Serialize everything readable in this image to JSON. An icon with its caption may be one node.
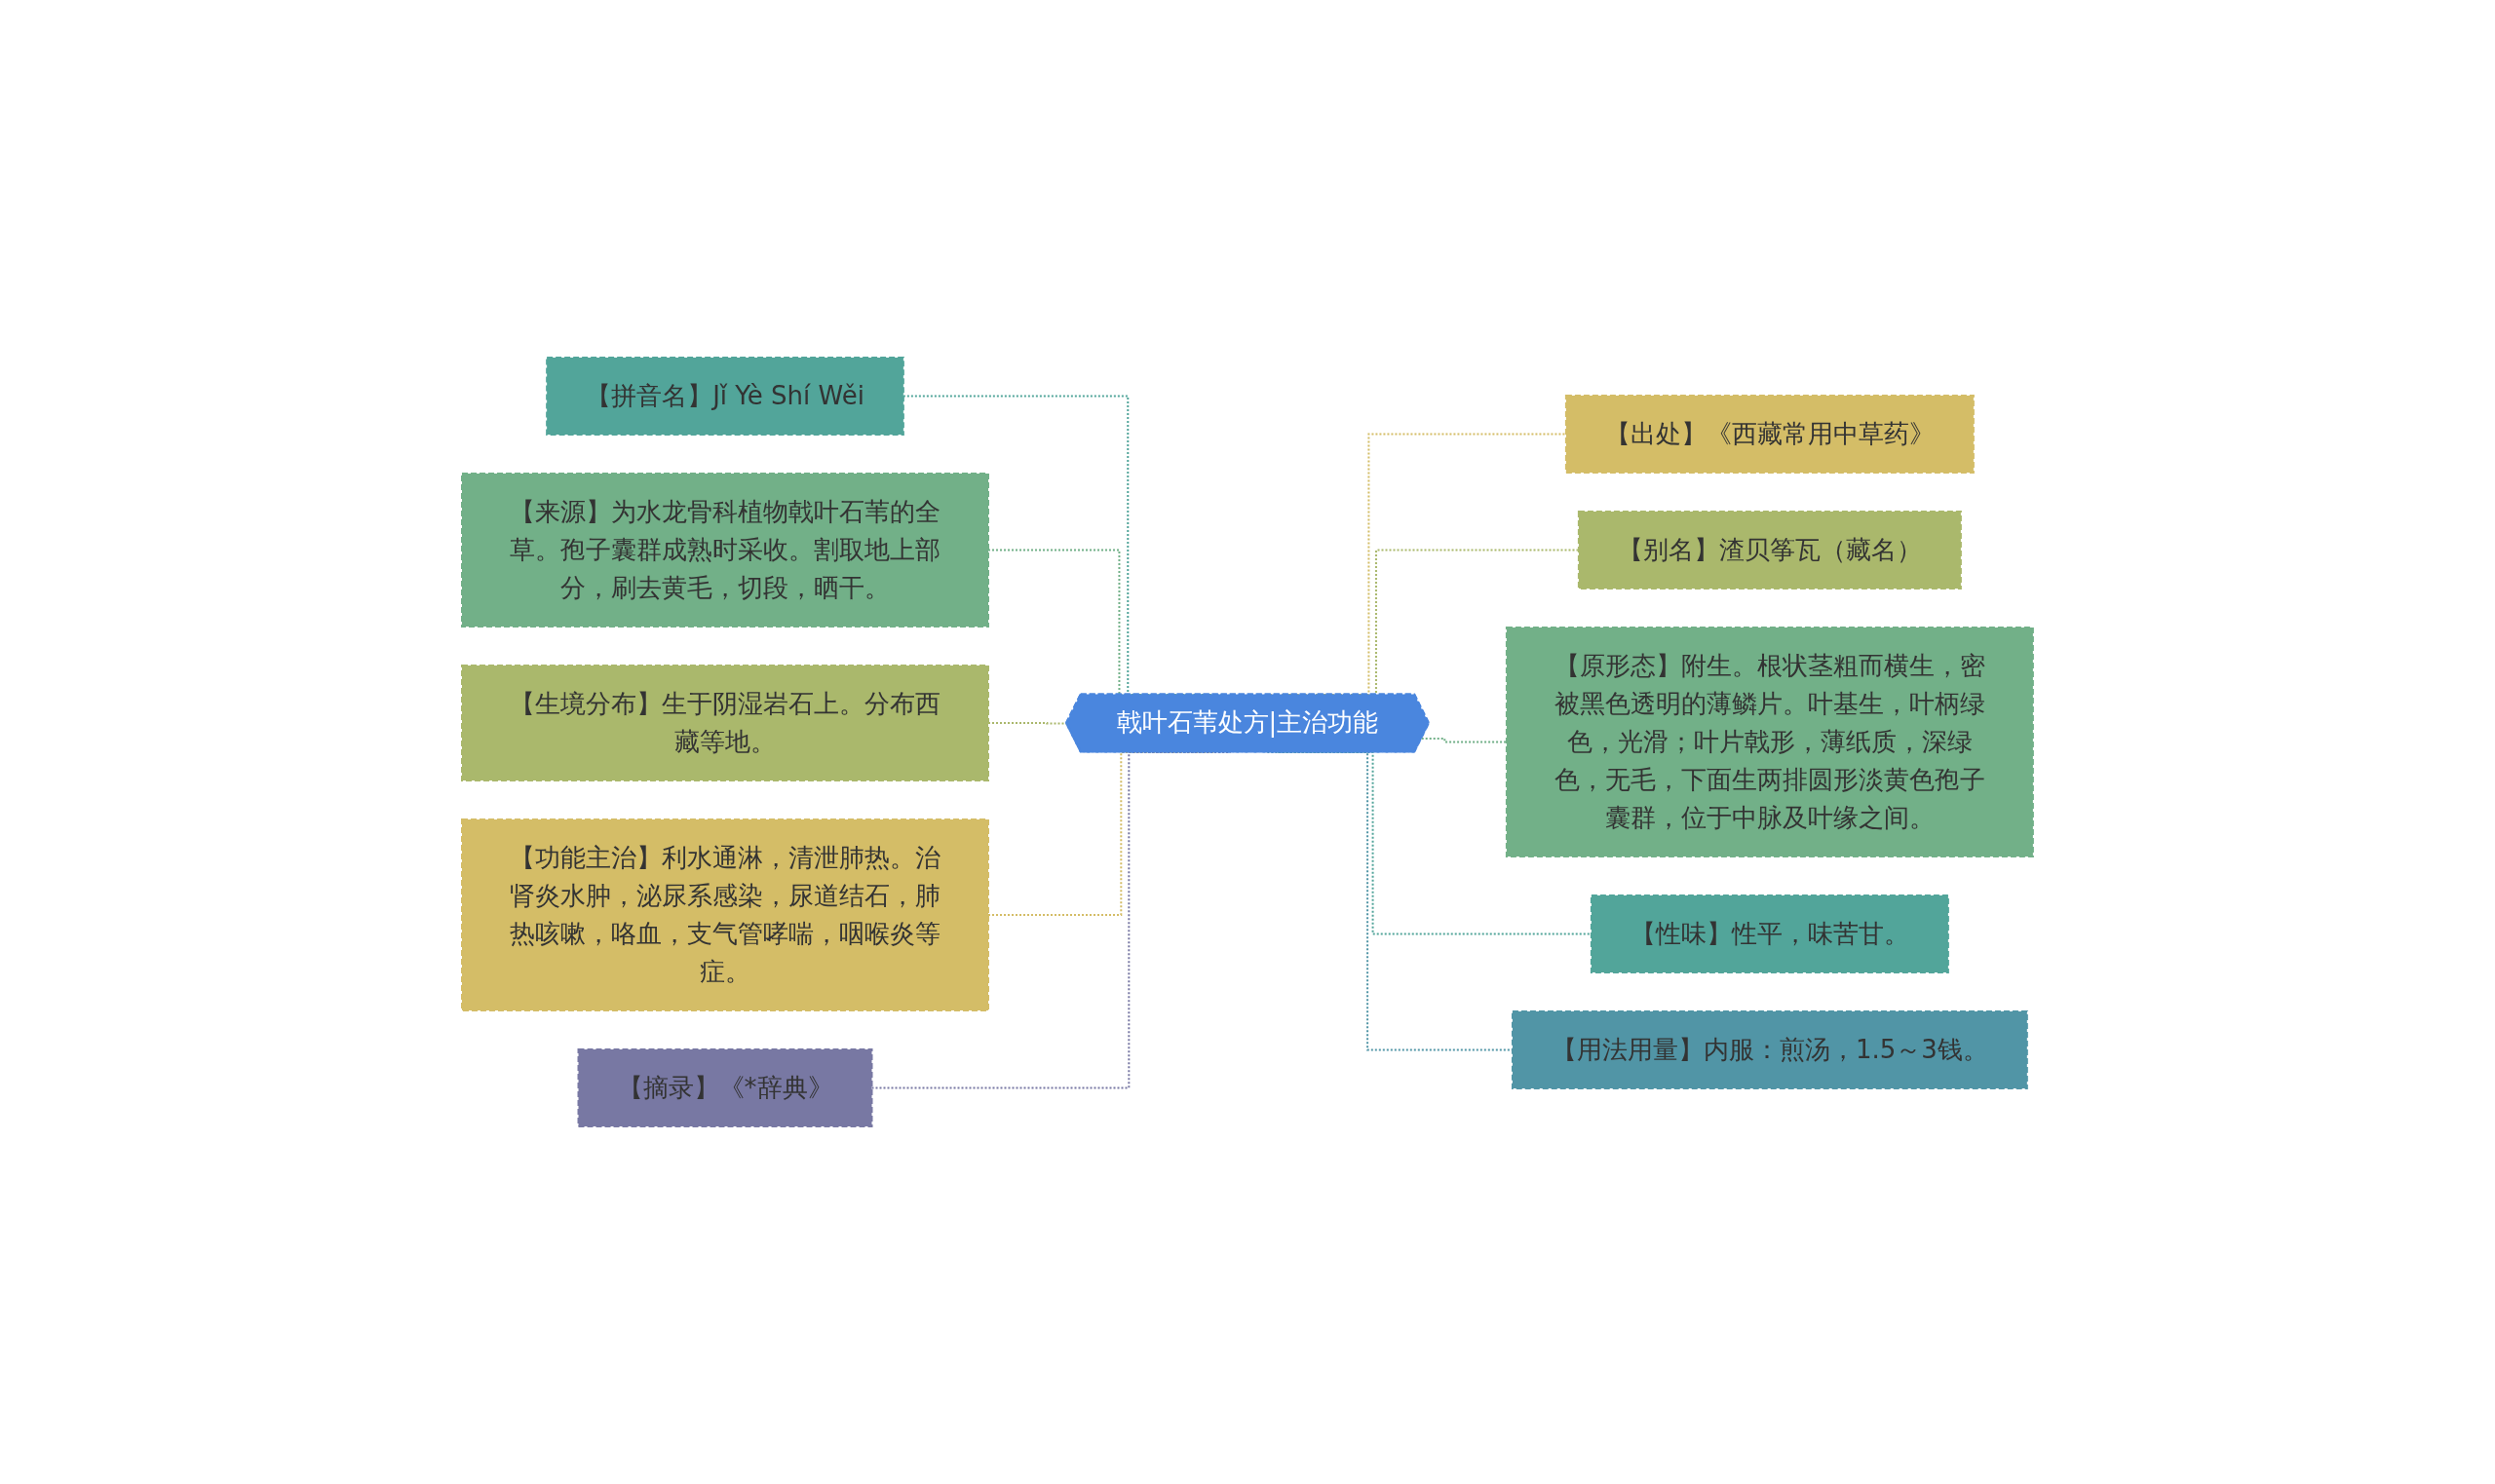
{
  "diagram": {
    "nodes": [
      {
        "text": [
          "戟叶石苇处方|主治功能"
        ]
      },
      {
        "text": [
          "【拼音名】Jǐ Yè Shí Wěi"
        ]
      },
      {
        "text": [
          "【来源】为水龙骨科植物戟叶石苇的全草。孢子囊群成熟时采收。割取地上部分，刷去黄毛，切段，晒干。"
        ]
      },
      {
        "text": [
          "【生境分布】生于阴湿岩石上。分布西藏等地。"
        ]
      },
      {
        "text": [
          "【功能主治】利水通淋，清泄肺热。治肾炎水肿，泌尿系感染，尿道结石，肺热咳嗽，咯血，支气管哮喘，咽喉炎等症。"
        ]
      },
      {
        "text": [
          "【摘录】《*辞典》"
        ]
      },
      {
        "text": [
          "【出处】《西藏常用中草药》"
        ]
      },
      {
        "text": [
          "【别名】渣贝筝瓦（藏名）"
        ]
      },
      {
        "text": [
          "【原形态】附生。根状茎粗而横生，密被黑色透明的薄鳞片。叶基生，叶柄绿色，光滑；叶片戟形，薄纸质，深绿色，无毛，下面生两排圆形淡黄色孢子囊群，位于中脉及叶缘之间。"
        ]
      },
      {
        "text": [
          "【性味】性平，味苦甘。"
        ]
      },
      {
        "text": [
          "【用法用量】内服：煎汤，1.5～3钱。"
        ]
      }
    ],
    "edges": [
      {
        "from": 0,
        "to": 1,
        "arrow": "none",
        "style": "dashed",
        "color": "#52a59a"
      },
      {
        "from": 0,
        "to": 2,
        "arrow": "none",
        "style": "dashed",
        "color": "#72b088"
      },
      {
        "from": 0,
        "to": 3,
        "arrow": "none",
        "style": "dashed",
        "color": "#aab86c"
      },
      {
        "from": 0,
        "to": 4,
        "arrow": "none",
        "style": "dashed",
        "color": "#d4bd67"
      },
      {
        "from": 0,
        "to": 5,
        "arrow": "none",
        "style": "dashed",
        "color": "#7878a3"
      },
      {
        "from": 0,
        "to": 6,
        "arrow": "none",
        "style": "dashed",
        "color": "#d4bd67"
      },
      {
        "from": 0,
        "to": 7,
        "arrow": "none",
        "style": "dashed",
        "color": "#aab86c"
      },
      {
        "from": 0,
        "to": 8,
        "arrow": "none",
        "style": "dashed",
        "color": "#72b088"
      },
      {
        "from": 0,
        "to": 9,
        "arrow": "none",
        "style": "dashed",
        "color": "#52a59a"
      },
      {
        "from": 0,
        "to": 10,
        "arrow": "none",
        "style": "dashed",
        "color": "#5195a6"
      }
    ]
  }
}
